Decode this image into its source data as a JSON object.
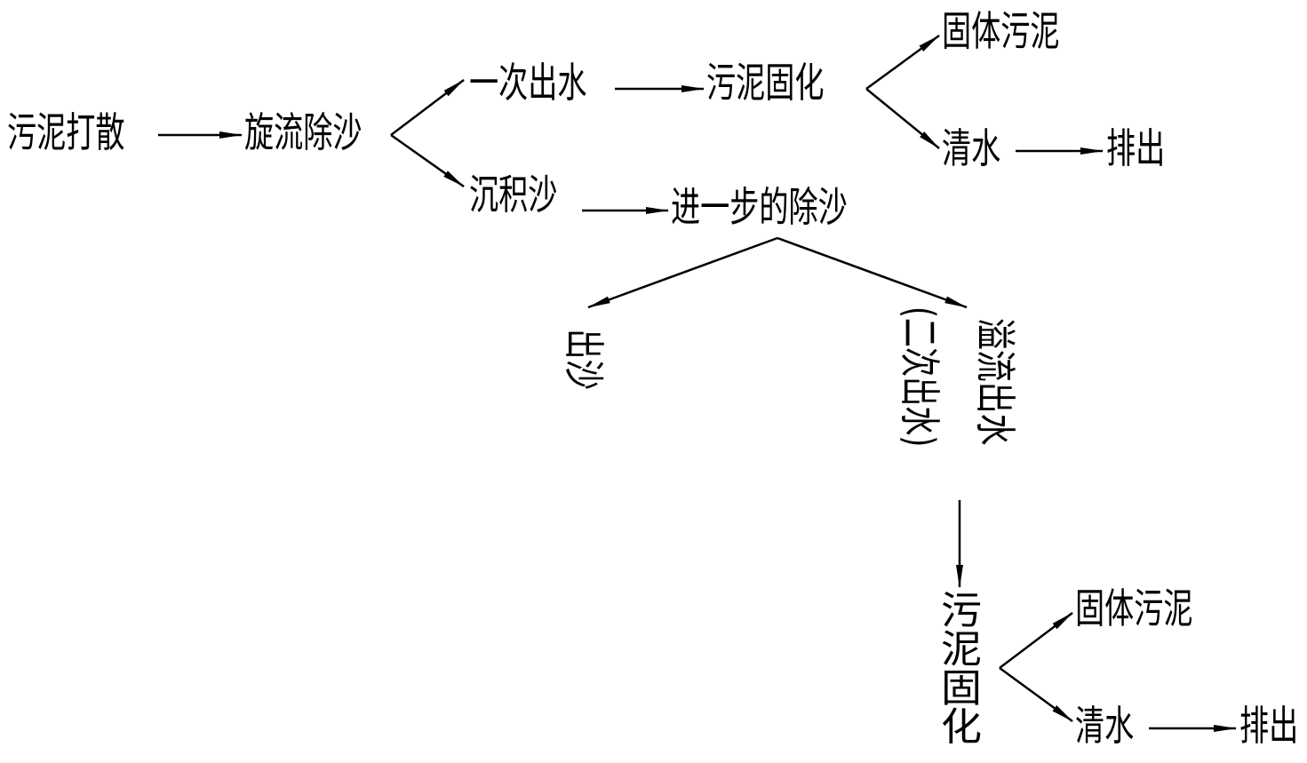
{
  "nodes": {
    "sludge_breakup": "污泥打散",
    "cyclone_desanding": "旋流除沙",
    "primary_effluent": "一次出水",
    "sludge_solidify_1": "污泥固化",
    "solid_sludge_1": "固体污泥",
    "clear_water_1": "清水",
    "discharge_1": "排出",
    "deposited_sand": "沉积沙",
    "further_desanding": "进一步的除沙",
    "sand_out": "出沙",
    "overflow_effluent": "溢流出水",
    "secondary_effluent": "(二次出水)",
    "sludge_solidify_2": "污泥固化",
    "solid_sludge_2": "固体污泥",
    "clear_water_2": "清水",
    "discharge_2": "排出"
  },
  "colors": {
    "line": "#000000",
    "text": "#000000",
    "background": "#ffffff"
  }
}
